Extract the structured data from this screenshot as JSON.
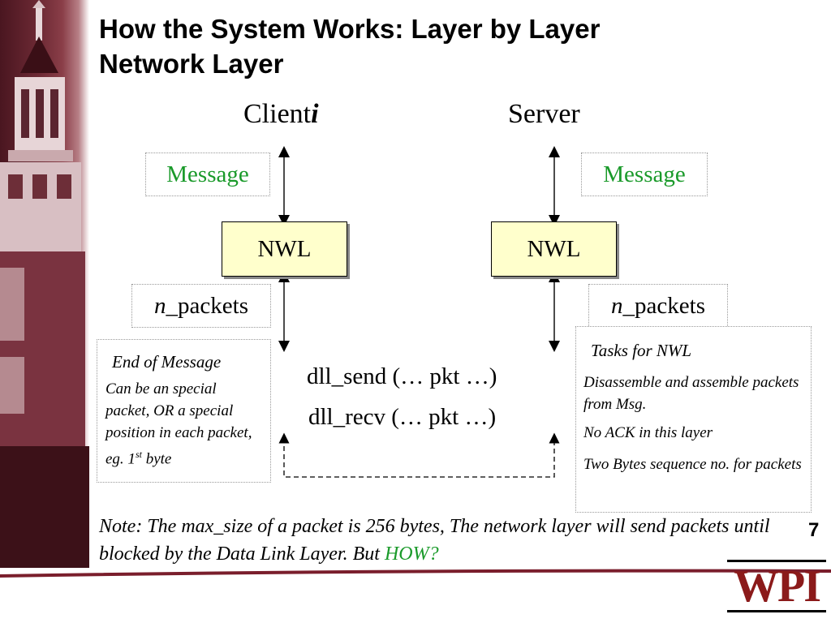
{
  "title": {
    "line1": "How the System Works: Layer by Layer",
    "line2": "Network Layer"
  },
  "client": {
    "label": "Client",
    "label_italic": "i",
    "message": "Message",
    "nwl": "NWL",
    "packets_italic": "n",
    "packets": "_packets"
  },
  "server": {
    "label": "Server",
    "message": "Message",
    "nwl": "NWL",
    "packets_italic": "n",
    "packets": "_packets"
  },
  "left_note": {
    "heading": "End of Message",
    "body_pre": "Can be an special packet, OR a special position in each packet, eg. 1",
    "body_sup": "st",
    "body_post": " byte"
  },
  "right_note": {
    "heading": "Tasks for NWL",
    "items": [
      "Disassemble and assemble packets from Msg.",
      "No ACK  in this layer",
      "Two Bytes sequence no. for packets"
    ]
  },
  "dll": {
    "send": "dll_send (… pkt …)",
    "recv": "dll_recv (… pkt …)"
  },
  "note": {
    "text": "Note: The max_size of a packet is 256 bytes,  The network layer will send packets until blocked by the Data Link Layer. But  ",
    "emphasis": "HOW?"
  },
  "page_number": "7",
  "logo_text": "WPI",
  "colors": {
    "accent_green": "#1a9a2a",
    "maroon": "#7a1e2c",
    "nwl_fill": "#ffffcc"
  }
}
